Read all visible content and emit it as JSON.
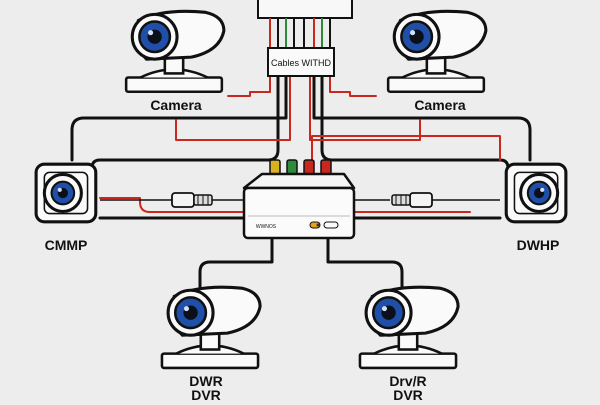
{
  "connector_box": {
    "label": "Cables WITHD"
  },
  "cameras": {
    "top_left": {
      "label": "Camera"
    },
    "top_right": {
      "label": "Camera"
    },
    "mid_left": {
      "label": "CMMP"
    },
    "mid_right": {
      "label": "DWHP"
    },
    "bottom_left": {
      "label_line1": "DWR",
      "label_line2": "DVR"
    },
    "bottom_right": {
      "label_line1": "Drv/R",
      "label_line2": "DVR"
    }
  },
  "hub": {
    "brand": "WWNOS"
  },
  "colors": {
    "camera_body": "#fafafa",
    "lens_iris": "#1f4fa8",
    "wire_black": "#111111",
    "wire_red": "#c8281e",
    "wire_green": "#2e8b3a",
    "wire_yellow": "#d9b21f",
    "background": "#ededed"
  }
}
